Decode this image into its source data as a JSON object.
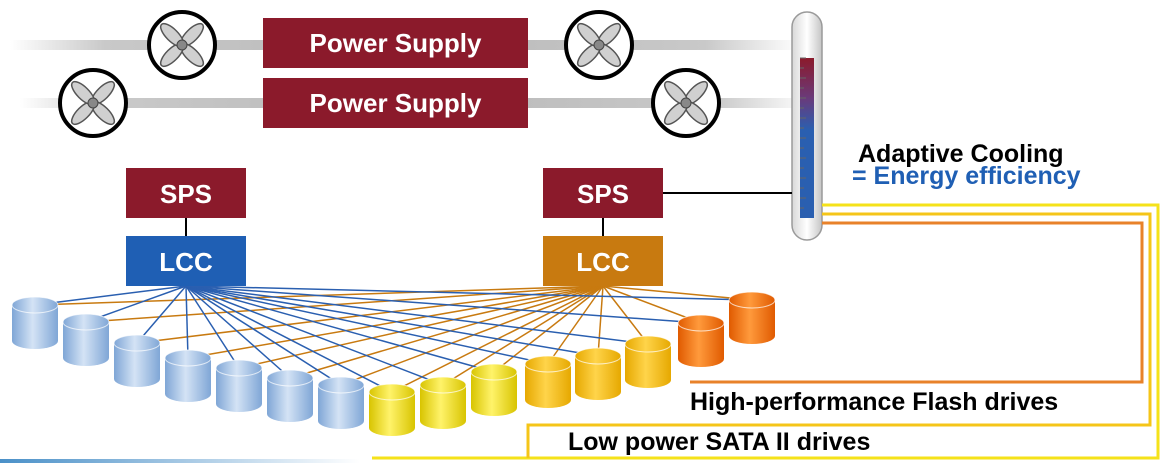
{
  "power_supplies": [
    {
      "label": "Power Supply"
    },
    {
      "label": "Power Supply"
    }
  ],
  "sps_units": [
    {
      "label": "SPS"
    },
    {
      "label": "SPS"
    }
  ],
  "lcc_units": [
    {
      "label": "LCC",
      "color": "#1f5fb4"
    },
    {
      "label": "LCC",
      "color": "#c87a10"
    }
  ],
  "cooling": {
    "title": "Adaptive Cooling",
    "subtitle": "= Energy efficiency"
  },
  "drive_groups": {
    "flash_label": "High-performance Flash drives",
    "sata_label": "Low power SATA II drives"
  },
  "colors": {
    "power_supply": "#8b1a2b",
    "sps": "#8b1a2b",
    "flash_border": "#e8822a",
    "sata_border": "#f5e21a",
    "subtitle": "#1f5fb4"
  },
  "icons": [
    "fan-icon",
    "thermometer-icon",
    "drive-icon"
  ]
}
